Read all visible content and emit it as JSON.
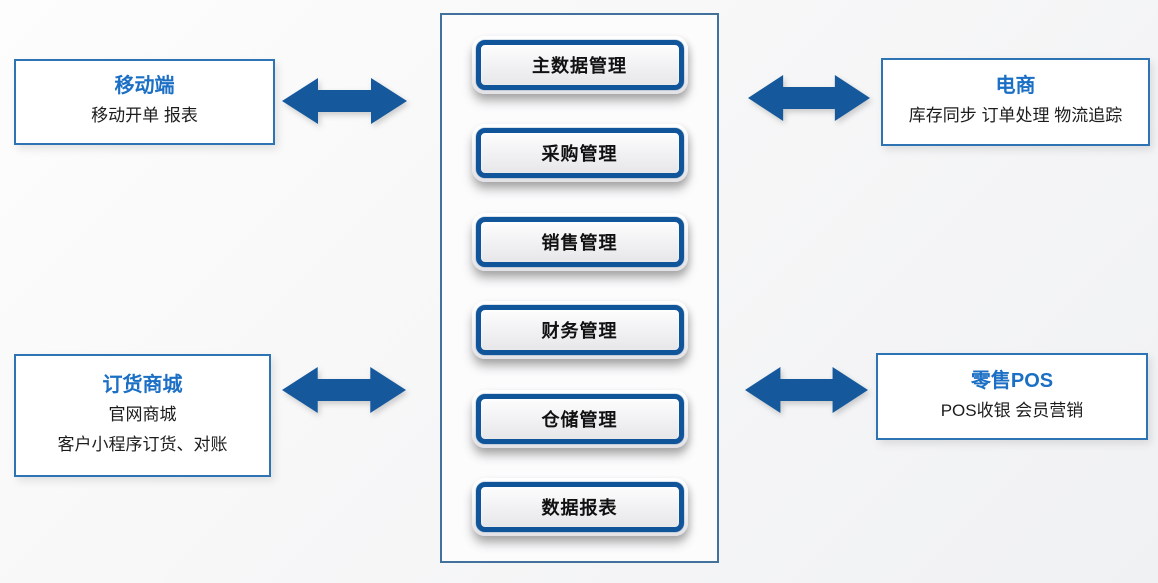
{
  "center": {
    "modules": [
      "主数据管理",
      "采购管理",
      "销售管理",
      "财务管理",
      "仓储管理",
      "数据报表"
    ]
  },
  "left": [
    {
      "title": "移动端",
      "lines": [
        "移动开单 报表"
      ]
    },
    {
      "title": "订货商城",
      "lines": [
        "官网商城",
        "客户小程序订货、对账"
      ]
    }
  ],
  "right": [
    {
      "title": "电商",
      "lines": [
        "库存同步 订单处理 物流追踪"
      ]
    },
    {
      "title": "零售POS",
      "lines": [
        "POS收银 会员营销"
      ]
    }
  ],
  "colors": {
    "arrow": "#15599C",
    "title": "#1B6FC4",
    "panel_border": "#41719C",
    "box_border": "#2E74B5",
    "button_border": "#10549A"
  }
}
